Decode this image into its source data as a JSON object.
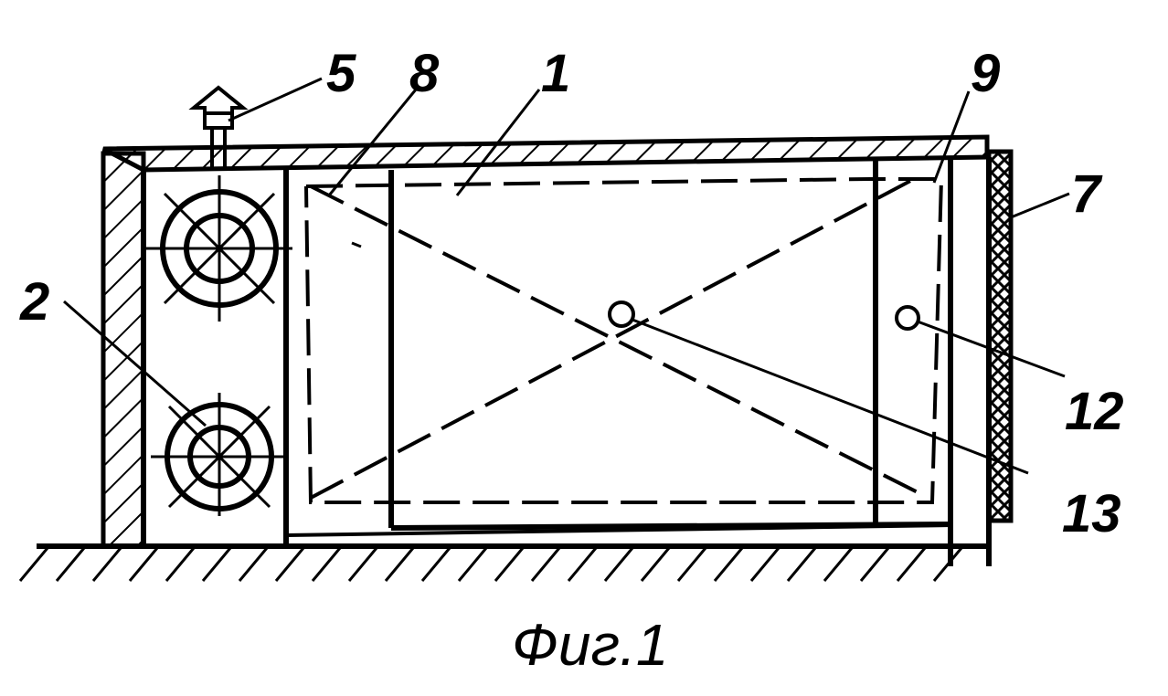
{
  "labels": {
    "l1": "1",
    "l2": "2",
    "l5": "5",
    "l7": "7",
    "l8": "8",
    "l9": "9",
    "l12": "12",
    "l13": "13"
  },
  "caption": "Фиг.1"
}
